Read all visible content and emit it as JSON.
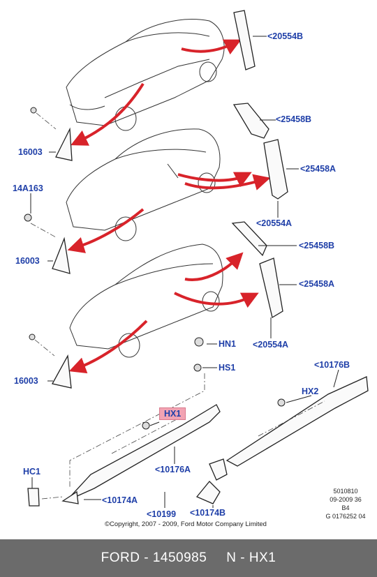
{
  "labels": {
    "p20554B": "<20554B",
    "p25458B_1": "<25458B",
    "p25458A_1": "<25458A",
    "p20554A_1": "<20554A",
    "p25458B_2": "<25458B",
    "p25458A_2": "<25458A",
    "p20554A_2": "<20554A",
    "p16003_1": "16003",
    "p14A163": "14A163",
    "p16003_2": "16003",
    "p16003_3": "16003",
    "hn1": "HN1",
    "hs1": "HS1",
    "hx1": "HX1",
    "hx2": "HX2",
    "hc1": "HC1",
    "p10176B": "<10176B",
    "p10176A": "<10176A",
    "p10174A": "<10174A",
    "p10199": "<10199",
    "p10174B": "<10174B"
  },
  "meta": {
    "line1": "5010810",
    "line2": "09-2009 36",
    "line3": "B4",
    "line4": "G 0176252 04"
  },
  "copyright": "©Copyright, 2007 - 2009, Ford Motor Company Limited",
  "footer": {
    "part": "FORD - 1450985",
    "ref": "N - HX1"
  },
  "colors": {
    "label_blue": "#1f3fa8",
    "arrow_red": "#d8232a",
    "highlight": "#f2a3b3",
    "footer_bg": "#6b6b6b"
  }
}
